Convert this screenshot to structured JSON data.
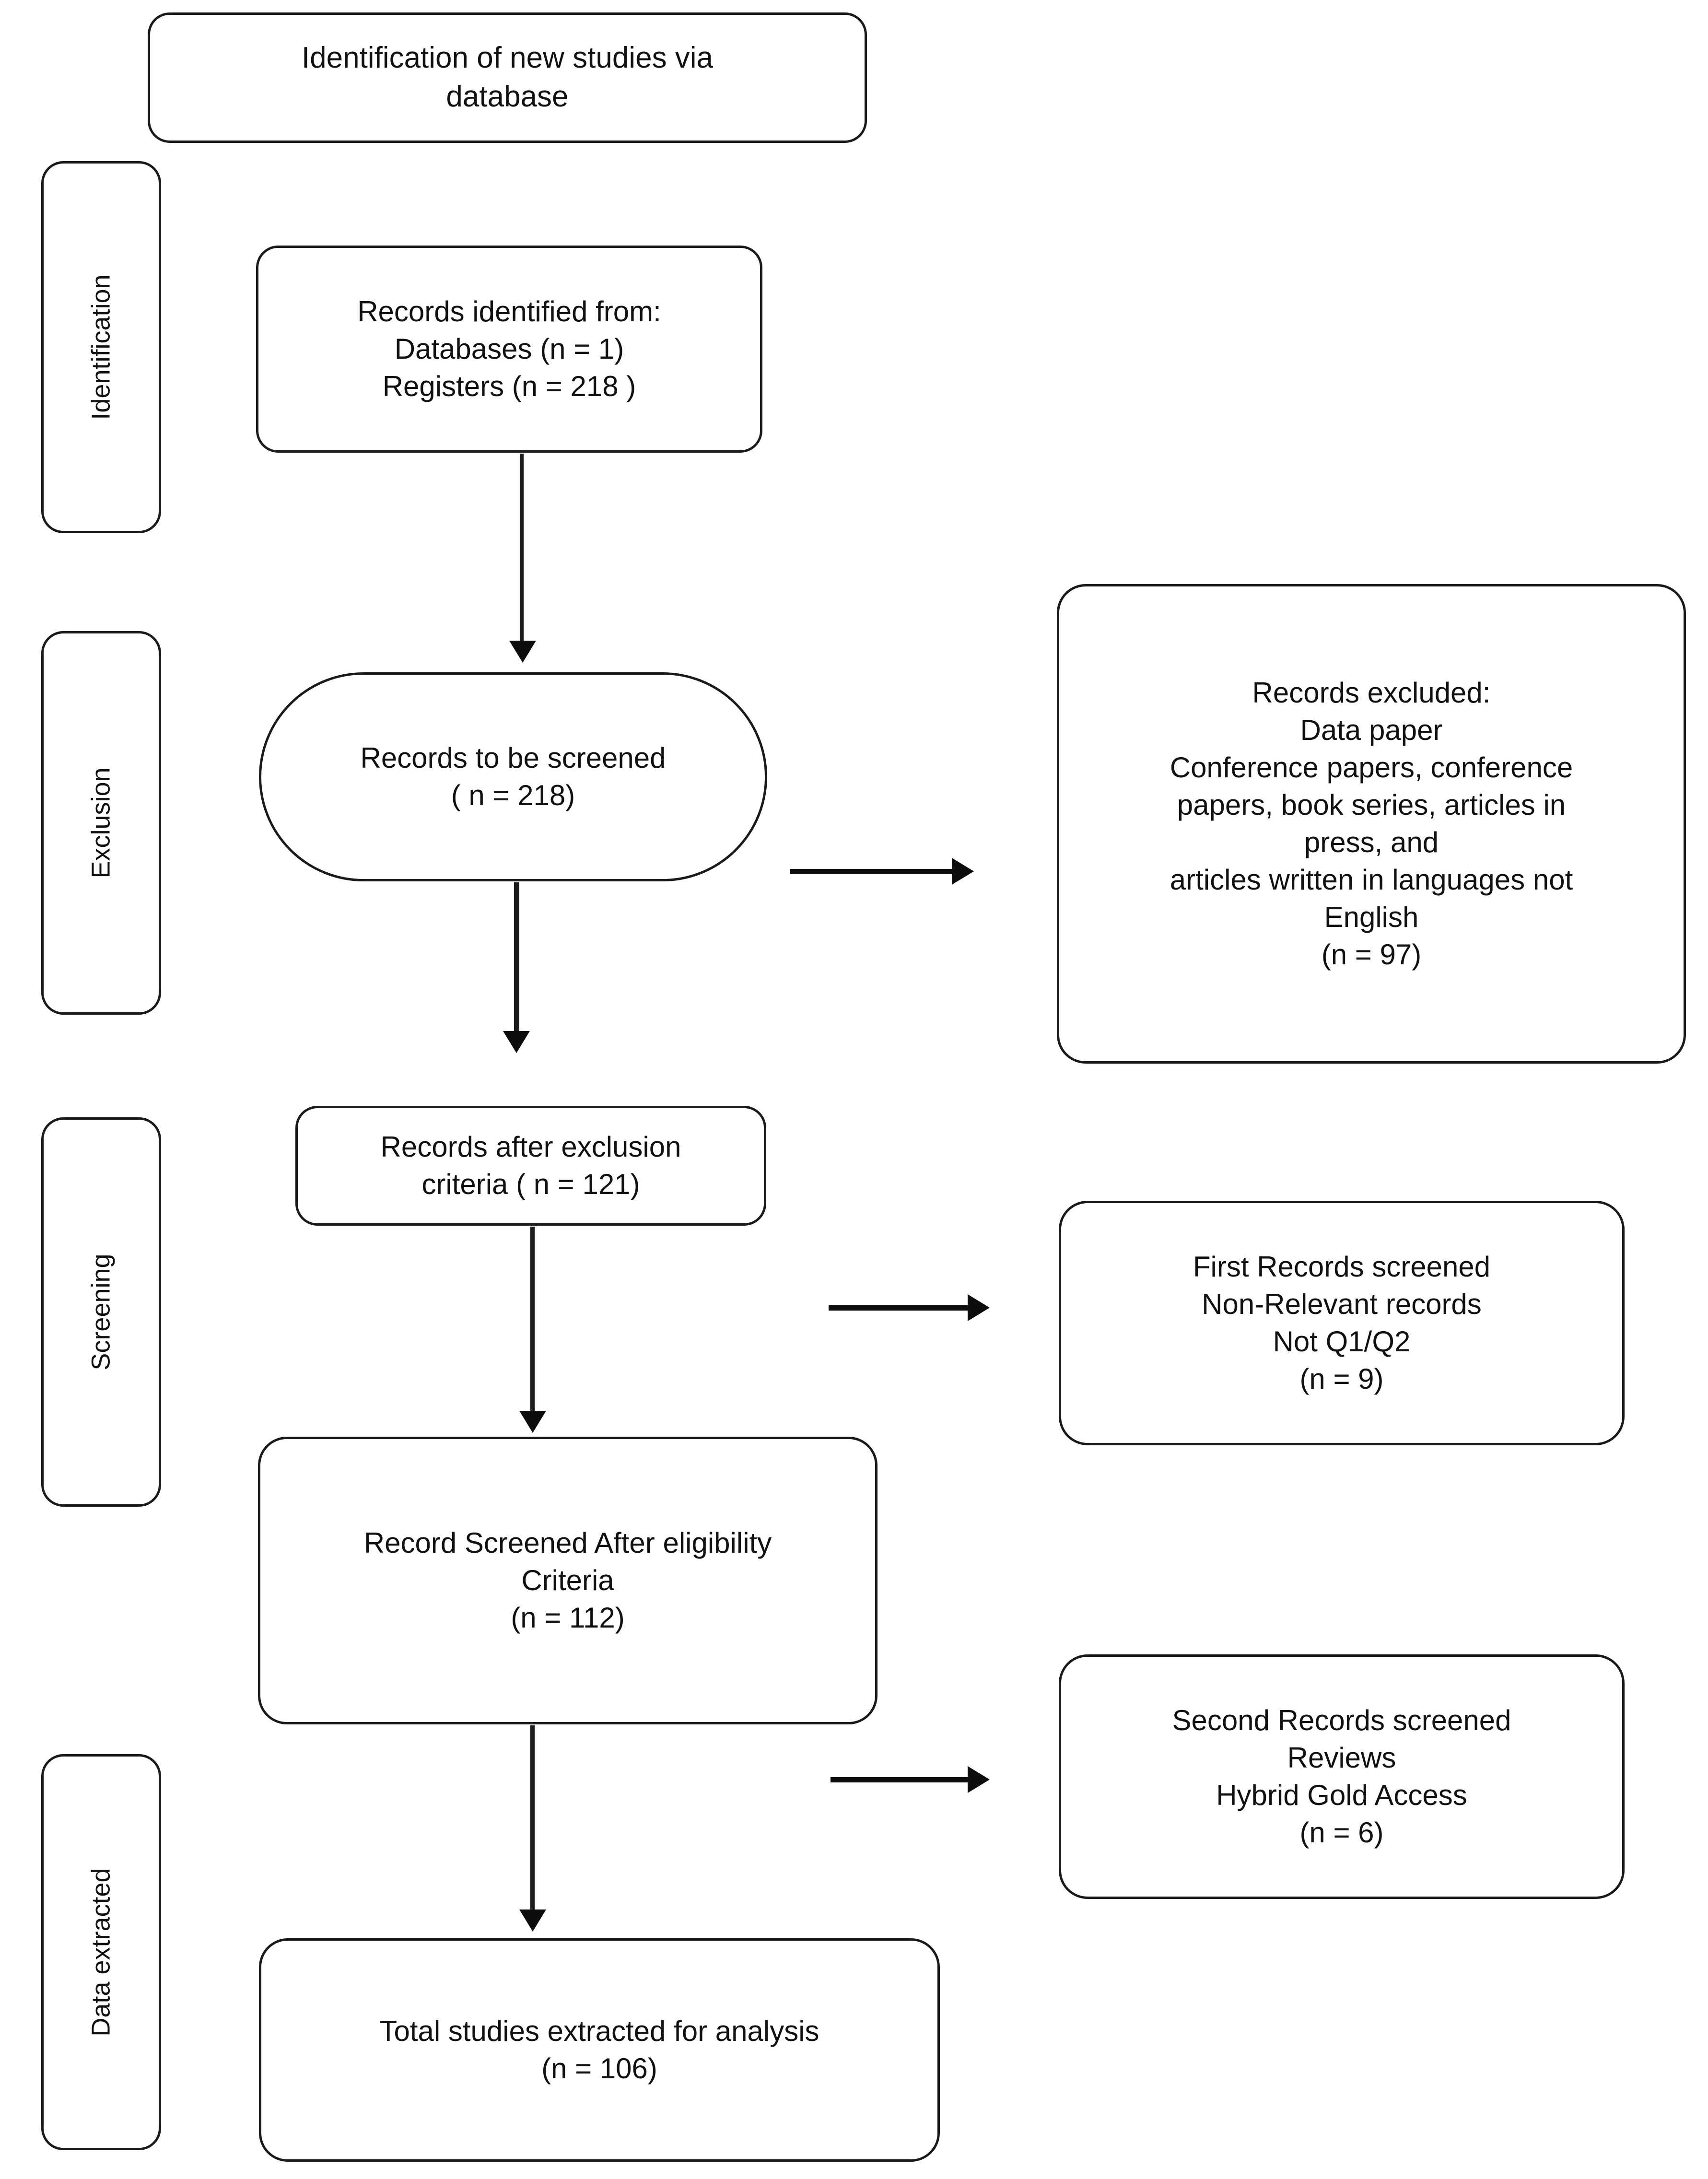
{
  "diagram": {
    "title": "PRISMA flow diagram of study selection",
    "type": "flowchart",
    "header": {
      "label": "Identification of new studies via\ndatabase"
    },
    "phases": [
      {
        "id": "identification",
        "label": "Identification"
      },
      {
        "id": "exclusion",
        "label": "Exclusion"
      },
      {
        "id": "screening",
        "label": "Screening"
      },
      {
        "id": "data-extracted",
        "label": "Data extracted"
      }
    ],
    "nodes": [
      {
        "id": "records-identified",
        "label": "Records identified from:\nDatabases (n = 1)\nRegisters (n = 218 )",
        "counts": {
          "databases": 1,
          "registers": 218
        }
      },
      {
        "id": "records-to-be-screened",
        "label": "Records to be screened\n( n = 218)",
        "counts": {
          "n": 218
        }
      },
      {
        "id": "records-excluded",
        "label": "Records excluded:\nData paper\nConference papers, conference\npapers,  book series, articles in\npress, and\narticles written in languages not\nEnglish\n(n = 97)",
        "counts": {
          "n": 97
        }
      },
      {
        "id": "records-after-exclusion",
        "label": "Records after exclusion\ncriteria ( n = 121)",
        "counts": {
          "n": 121
        }
      },
      {
        "id": "first-records-screened",
        "label": "First Records screened\nNon-Relevant records\nNot Q1/Q2\n(n = 9)",
        "counts": {
          "n": 9
        }
      },
      {
        "id": "record-screened-eligibility",
        "label": "Record Screened After eligibility\nCriteria\n(n = 112)",
        "counts": {
          "n": 112
        }
      },
      {
        "id": "second-records-screened",
        "label": "Second Records screened\nReviews\nHybrid Gold Access\n(n = 6)",
        "counts": {
          "n": 6
        }
      },
      {
        "id": "total-studies-extracted",
        "label": "Total studies extracted for analysis\n(n = 106)",
        "counts": {
          "n": 106
        }
      }
    ],
    "colors": {
      "stroke": "#1a1a1a",
      "background": "#ffffff",
      "text": "#111111"
    }
  },
  "chart_data": {
    "type": "diagram",
    "title": "PRISMA flow of new studies identified via database",
    "stages": [
      {
        "stage": "Records identified - Databases",
        "value": 1
      },
      {
        "stage": "Records identified - Registers",
        "value": 218
      },
      {
        "stage": "Records to be screened",
        "value": 218
      },
      {
        "stage": "Records excluded",
        "value": 97
      },
      {
        "stage": "Records after exclusion criteria",
        "value": 121
      },
      {
        "stage": "First records screened excluded",
        "value": 9
      },
      {
        "stage": "Record screened after eligibility criteria",
        "value": 112
      },
      {
        "stage": "Second records screened excluded",
        "value": 6
      },
      {
        "stage": "Total studies extracted for analysis",
        "value": 106
      }
    ]
  }
}
